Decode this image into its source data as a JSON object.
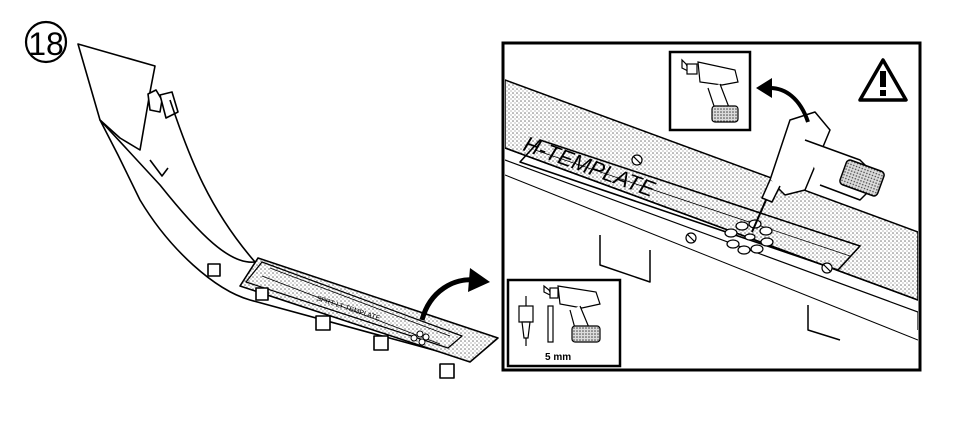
{
  "step": {
    "number": "18"
  },
  "left_part": {
    "template_label": "SPRT-LT-TEMPLATE"
  },
  "detail": {
    "template_label": "H-TEMPLATE",
    "warning_icon": "warning-triangle-icon",
    "drill_icon": "power-drill-icon"
  },
  "tools": {
    "drill_bit_size": "5 mm",
    "items": [
      "hole-saw-bit-icon",
      "drill-bit-icon",
      "power-drill-icon"
    ]
  }
}
